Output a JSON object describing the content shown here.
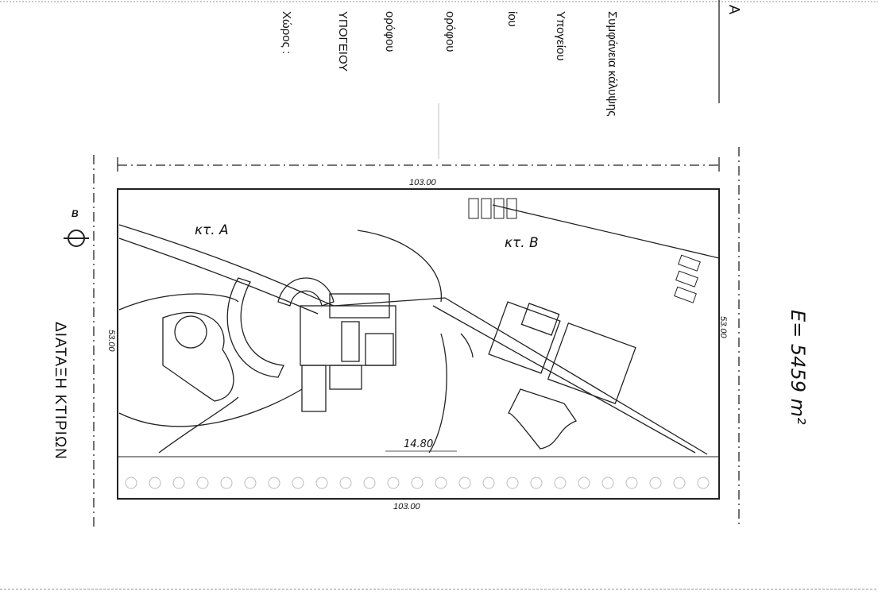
{
  "header_table": {
    "labels": [
      "Χώρος :",
      "ΥΠΟΓΕΙΟΥ",
      "ορόφου",
      "ορόφου",
      "ίου",
      "Υπογείου",
      "Συμφάνεια κάλυψης"
    ],
    "section_marker": "Α"
  },
  "plan": {
    "title": "ΔΙΑΤΑΞΗ ΚΤΙΡΙΩΝ",
    "dim_top": "103.00",
    "dim_bottom": "103.00",
    "dim_left": "53.00",
    "dim_right": "53.00",
    "building_a": "κτ. Α",
    "building_b": "κτ. Β",
    "distance": "14.80",
    "section_b": "B",
    "area_note": "Ε= 5459 m²"
  }
}
